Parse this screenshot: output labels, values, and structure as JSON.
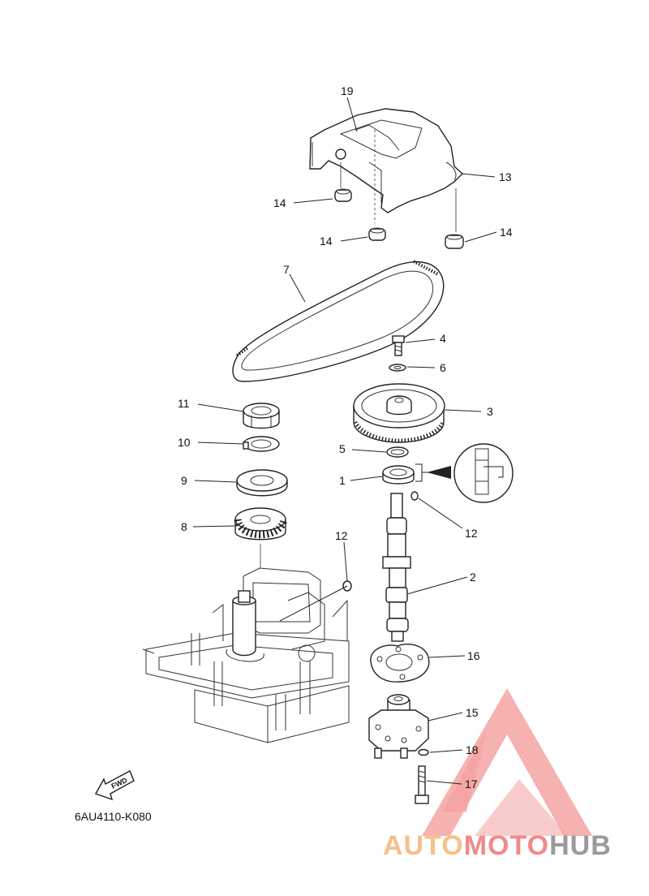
{
  "diagram": {
    "drawing_code": "6AU4110-K080",
    "fwd_label": "FWD",
    "callouts": [
      {
        "id": "c19",
        "text": "19"
      },
      {
        "id": "c13",
        "text": "13"
      },
      {
        "id": "c14a",
        "text": "14"
      },
      {
        "id": "c14b",
        "text": "14"
      },
      {
        "id": "c14c",
        "text": "14"
      },
      {
        "id": "c7",
        "text": "7"
      },
      {
        "id": "c4",
        "text": "4"
      },
      {
        "id": "c6",
        "text": "6"
      },
      {
        "id": "c3",
        "text": "3"
      },
      {
        "id": "c11",
        "text": "11"
      },
      {
        "id": "c10",
        "text": "10"
      },
      {
        "id": "c5",
        "text": "5"
      },
      {
        "id": "c9",
        "text": "9"
      },
      {
        "id": "c1",
        "text": "1"
      },
      {
        "id": "c8",
        "text": "8"
      },
      {
        "id": "c12a",
        "text": "12"
      },
      {
        "id": "c12b",
        "text": "12"
      },
      {
        "id": "c2",
        "text": "2"
      },
      {
        "id": "c16",
        "text": "16"
      },
      {
        "id": "c15",
        "text": "15"
      },
      {
        "id": "c18",
        "text": "18"
      },
      {
        "id": "c17",
        "text": "17"
      }
    ]
  },
  "watermark": {
    "part1": "AUTO",
    "part2": "MOTO",
    "part3": "HUB",
    "color1": "#f6c08a",
    "color2": "#f08a8a",
    "color3": "#9a9a9a",
    "logo_color": "#f4a3a3"
  }
}
